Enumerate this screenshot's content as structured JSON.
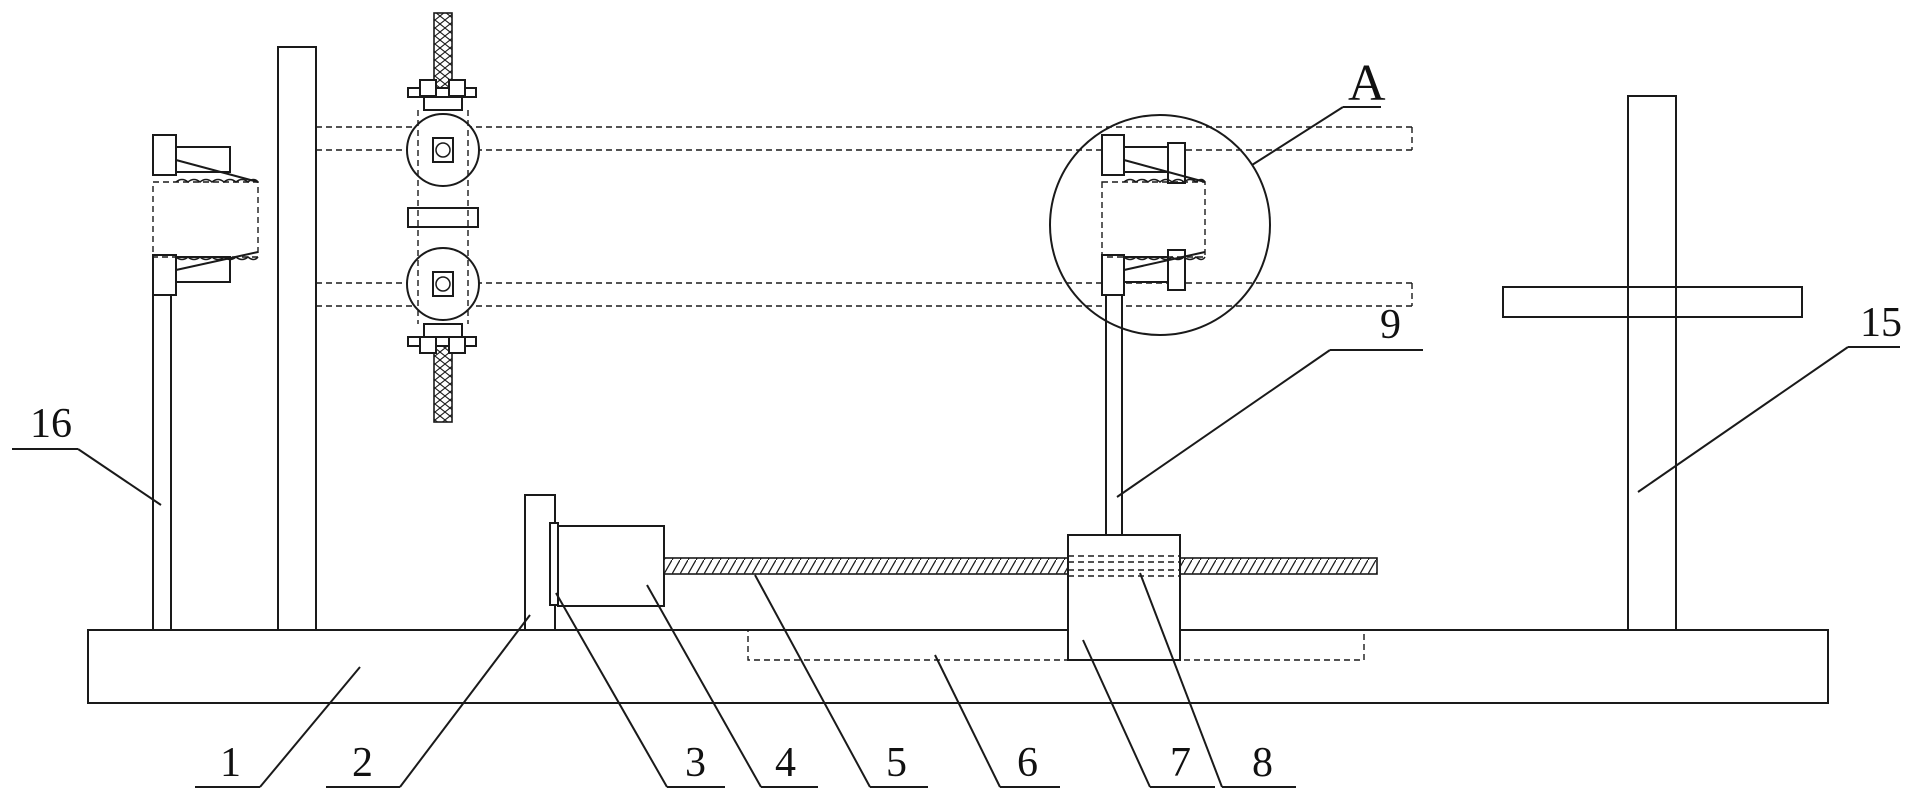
{
  "figure": {
    "labels": {
      "A": "A",
      "n1": "1",
      "n2": "2",
      "n3": "3",
      "n4": "4",
      "n5": "5",
      "n6": "6",
      "n7": "7",
      "n8": "8",
      "n9": "9",
      "n15": "15",
      "n16": "16"
    },
    "line_color": "#1a1a1a",
    "background": "#ffffff"
  }
}
